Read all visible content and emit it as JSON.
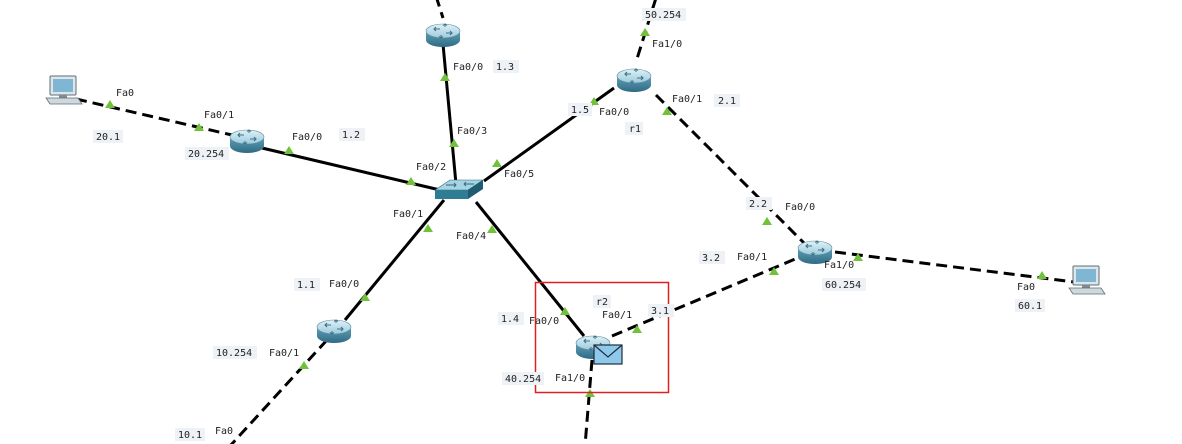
{
  "colors": {
    "link": "#000000",
    "port_light": "#6fc23a",
    "router_top": "#b9dbe6",
    "router_body": "#4d8aa3",
    "switch_body": "#2f7c95",
    "selection": "#e02020",
    "envelope": "#8ec8ea"
  },
  "icons": {
    "router": "router-icon",
    "switch": "switch-icon",
    "pc": "pc-icon",
    "envelope": "envelope-icon"
  },
  "devices": {
    "r1_label": "r1",
    "r2_label": "r2"
  },
  "labels": {
    "top_net": "50.254",
    "top_fa10": "Fa1/0",
    "r1_fa00": "Fa0/0",
    "r1_fa01": "Fa0/1",
    "r1_addr_fa00": "1.5",
    "r1_addr_fa01": "2.1",
    "top_router_fa00": "Fa0/0",
    "top_router_addr": "1.3",
    "sw_fa03": "Fa0/3",
    "sw_fa02": "Fa0/2",
    "sw_fa05": "Fa0/5",
    "sw_fa01": "Fa0/1",
    "sw_fa04": "Fa0/4",
    "pc_left_fa0": "Fa0",
    "pc_left_addr": "20.1",
    "left_router_fa01": "Fa0/1",
    "left_router_fa00": "Fa0/0",
    "left_router_net": "20.254",
    "left_router_addr": "1.2",
    "bl_router_addr": "1.1",
    "bl_router_fa00": "Fa0/0",
    "bl_router_net": "10.254",
    "bl_router_fa01": "Fa0/1",
    "bl_pc_addr": "10.1",
    "bl_pc_fa0": "Fa0",
    "r2_addr_fa00": "1.4",
    "r2_fa00": "Fa0/0",
    "r2_fa01": "Fa0/1",
    "r2_addr_fa01": "3.1",
    "r2_net": "40.254",
    "r2_fa10": "Fa1/0",
    "right_router_addr_fa00": "2.2",
    "right_router_fa00": "Fa0/0",
    "right_router_addr_fa01": "3.2",
    "right_router_fa01": "Fa0/1",
    "right_router_fa10": "Fa1/0",
    "right_router_net": "60.254",
    "right_pc_fa0": "Fa0",
    "right_pc_addr": "60.1"
  }
}
